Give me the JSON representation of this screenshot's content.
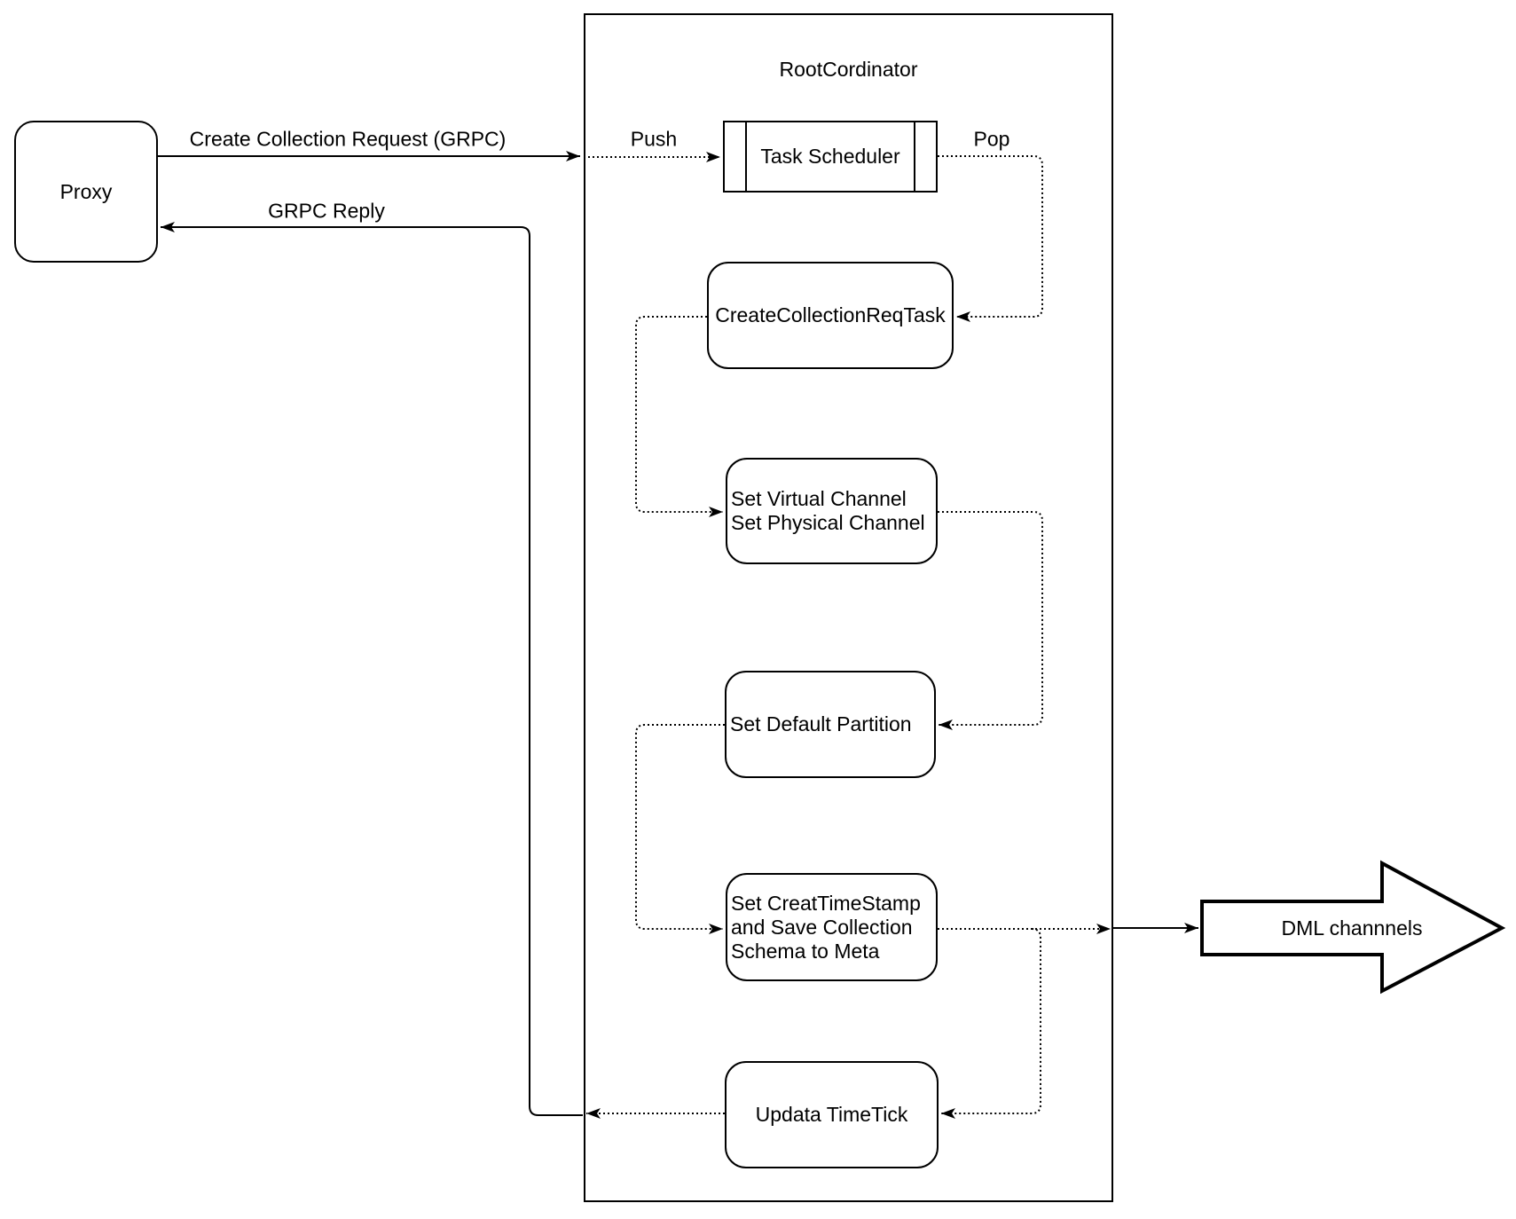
{
  "diagram": {
    "container": {
      "title": "RootCordinator"
    },
    "nodes": {
      "proxy": {
        "label": "Proxy"
      },
      "task_scheduler": {
        "label": "Task Scheduler"
      },
      "create_collection_req_task": {
        "label": "CreateCollectionReqTask"
      },
      "set_virtual_channel": {
        "lines": [
          "Set Virtual Channel",
          "Set Physical Channel"
        ]
      },
      "set_default_partition": {
        "label": "Set Default Partition"
      },
      "set_creat_timestamp": {
        "lines": [
          "Set CreatTimeStamp",
          "and Save Collection",
          "Schema to Meta"
        ]
      },
      "updata_timetick": {
        "label": "Updata TimeTick"
      },
      "dml_channels": {
        "label": "DML channnels"
      }
    },
    "edge_labels": {
      "create_collection_request": "Create Collection Request (GRPC)",
      "grpc_reply": "GRPC Reply",
      "push": "Push",
      "pop": "Pop"
    },
    "colors": {
      "stroke": "#000000",
      "fill": "#ffffff"
    }
  }
}
